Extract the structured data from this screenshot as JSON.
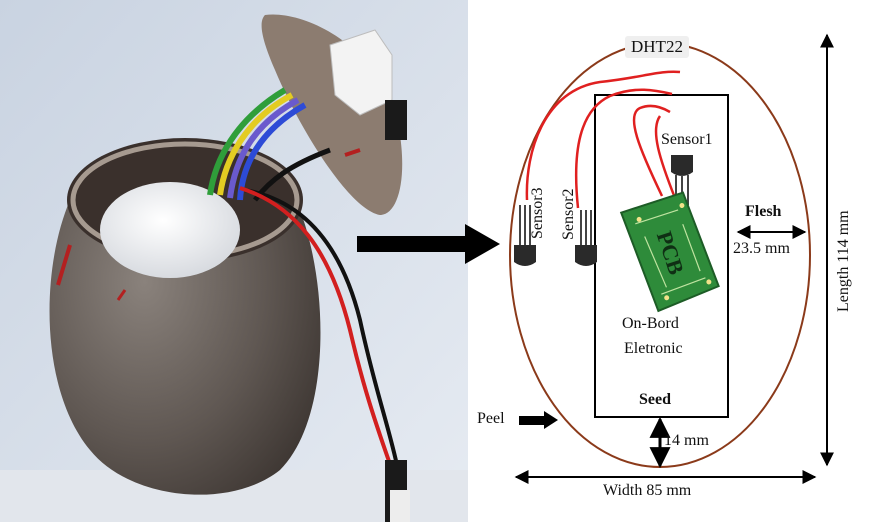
{
  "labels": {
    "dht22": "DHT22",
    "sensor1": "Sensor1",
    "sensor2": "Sensor2",
    "sensor3": "Sensor3",
    "flesh": "Flesh",
    "flesh_dim": "23.5 mm",
    "length": "Length 114 mm",
    "onboard_line1": "On-Bord",
    "onboard_line2": "Eletronic",
    "seed": "Seed",
    "peel": "Peel",
    "seed_dim": "14 mm",
    "width": "Width 85 mm",
    "pcb": "PCB"
  },
  "colors": {
    "peel_outline": "#8B3A1A",
    "wire": "#E02020",
    "pcb_green": "#2E8B3A",
    "arrow": "#000000",
    "egg_body": "#6E655F"
  }
}
